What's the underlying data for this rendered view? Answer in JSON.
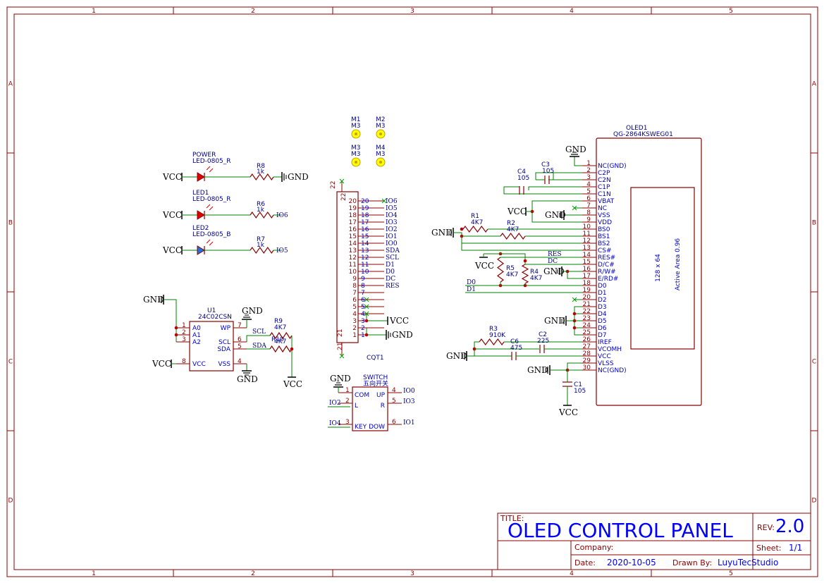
{
  "zones": {
    "cols": [
      "1",
      "2",
      "3",
      "4",
      "5"
    ],
    "rows": [
      "A",
      "B",
      "C",
      "D"
    ]
  },
  "title_block": {
    "title_label": "TITLE:",
    "title": "OLED CONTROL PANEL",
    "rev_label": "REV:",
    "rev": "2.0",
    "company_label": "Company:",
    "company": "",
    "sheet_label": "Sheet:",
    "sheet": "1/1",
    "date_label": "Date:",
    "date": "2020-10-05",
    "drawn_by_label": "Drawn By:",
    "drawn_by": "LuyuTecStudio"
  },
  "leds": [
    {
      "ref": "POWER",
      "value": "LED-0805_R",
      "color": "#e00000",
      "res_ref": "R8",
      "res_val": "1k",
      "in_net": "VCC",
      "out_net": "GND"
    },
    {
      "ref": "LED1",
      "value": "LED-0805_R",
      "color": "#e00000",
      "res_ref": "R6",
      "res_val": "1k",
      "in_net": "VCC",
      "out_net": "IO6"
    },
    {
      "ref": "LED2",
      "value": "LED-0805_B",
      "color": "#1e6fe0",
      "res_ref": "R7",
      "res_val": "1k",
      "in_net": "VCC",
      "out_net": "IO5"
    }
  ],
  "eeprom": {
    "ref": "U1",
    "value": "24C02CSN",
    "left_pins": [
      {
        "n": "1",
        "name": "A0"
      },
      {
        "n": "2",
        "name": "A1"
      },
      {
        "n": "3",
        "name": "A2"
      },
      {
        "n": "8",
        "name": "VCC"
      }
    ],
    "right_pins": [
      {
        "n": "7",
        "name": "WP"
      },
      {
        "n": "6",
        "name": "SCL"
      },
      {
        "n": "5",
        "name": "SDA"
      },
      {
        "n": "4",
        "name": "VSS"
      }
    ],
    "nets": {
      "gnd_left": "GND",
      "vcc_left": "VCC",
      "gnd_top": "GND",
      "gnd_bottom": "GND",
      "scl": "SCL",
      "sda": "SDA",
      "vcc_bottom": "VCC"
    },
    "r9": {
      "ref": "R9",
      "val": "4K7"
    },
    "r10": {
      "ref": "R10",
      "val": "4K7"
    }
  },
  "mounts": [
    {
      "ref": "M1",
      "val": "M3"
    },
    {
      "ref": "M2",
      "val": "M3"
    },
    {
      "ref": "M3",
      "val": "M3"
    },
    {
      "ref": "M4",
      "val": "M3"
    }
  ],
  "connector": {
    "ref": "CQT1",
    "top_left": "22",
    "bottom_left": "21",
    "pins": [
      "20",
      "19",
      "18",
      "17",
      "16",
      "15",
      "14",
      "13",
      "12",
      "11",
      "10",
      "9",
      "8",
      "7",
      "6",
      "5",
      "4",
      "3",
      "2",
      "1"
    ],
    "pins_inner": [
      "20",
      "19",
      "18",
      "17",
      "16",
      "15",
      "14",
      "13",
      "12",
      "11",
      "10",
      "9",
      "8",
      "7",
      "6",
      "5",
      "4",
      "3",
      "2",
      "1"
    ],
    "nets": [
      "IO6",
      "IO5",
      "IO4",
      "IO3",
      "IO2",
      "IO1",
      "IO0",
      "SDA",
      "SCL",
      "D1",
      "D0",
      "DC",
      "RES",
      "",
      "",
      "",
      "",
      "VCC",
      "",
      "GND"
    ]
  },
  "switch": {
    "ref": "SWITCH",
    "value": "五向开关",
    "pins": [
      {
        "n": "1",
        "name": "COM",
        "net": "GND"
      },
      {
        "n": "2",
        "name": "L",
        "net": "IO2"
      },
      {
        "n": "3",
        "name": "KEY",
        "net": "IO4"
      },
      {
        "n": "4",
        "name": "UP",
        "net": "IO0"
      },
      {
        "n": "5",
        "name": "R",
        "net": "IO3"
      },
      {
        "n": "6",
        "name": "DOW",
        "net": "IO1"
      }
    ]
  },
  "oled": {
    "ref": "OLED1",
    "value": "QG-2864KSWEG01",
    "pins": [
      {
        "n": "1",
        "name": "NC(GND)"
      },
      {
        "n": "2",
        "name": "C2P"
      },
      {
        "n": "3",
        "name": "C2N"
      },
      {
        "n": "4",
        "name": "C1P"
      },
      {
        "n": "5",
        "name": "C1N"
      },
      {
        "n": "6",
        "name": "VBAT"
      },
      {
        "n": "7",
        "name": "NC"
      },
      {
        "n": "8",
        "name": "VSS"
      },
      {
        "n": "9",
        "name": "VDD"
      },
      {
        "n": "10",
        "name": "BS0"
      },
      {
        "n": "11",
        "name": "BS1"
      },
      {
        "n": "12",
        "name": "BS2"
      },
      {
        "n": "13",
        "name": "CS#"
      },
      {
        "n": "14",
        "name": "RES#"
      },
      {
        "n": "15",
        "name": "D/C#"
      },
      {
        "n": "16",
        "name": "R/W#"
      },
      {
        "n": "17",
        "name": "E/RD#"
      },
      {
        "n": "18",
        "name": "D0"
      },
      {
        "n": "19",
        "name": "D1"
      },
      {
        "n": "20",
        "name": "D2"
      },
      {
        "n": "21",
        "name": "D3"
      },
      {
        "n": "22",
        "name": "D4"
      },
      {
        "n": "23",
        "name": "D5"
      },
      {
        "n": "24",
        "name": "D6"
      },
      {
        "n": "25",
        "name": "D7"
      },
      {
        "n": "26",
        "name": "IREF"
      },
      {
        "n": "27",
        "name": "VCOMH"
      },
      {
        "n": "28",
        "name": "VCC"
      },
      {
        "n": "29",
        "name": "VLSS"
      },
      {
        "n": "30",
        "name": "NC(GND)"
      }
    ],
    "screen_line1": "128 x 64",
    "screen_line2": "Active Area 0.96",
    "parts": {
      "c4": {
        "ref": "C4",
        "val": "105"
      },
      "c3": {
        "ref": "C3",
        "val": "105"
      },
      "r1": {
        "ref": "R1",
        "val": "4K7"
      },
      "r2": {
        "ref": "R2",
        "val": "4K7"
      },
      "r5": {
        "ref": "R5",
        "val": "4K7"
      },
      "r4": {
        "ref": "R4",
        "val": "4K7"
      },
      "r3": {
        "ref": "R3",
        "val": "910K"
      },
      "c6": {
        "ref": "C6",
        "val": "475"
      },
      "c2": {
        "ref": "C2",
        "val": "225"
      },
      "c1": {
        "ref": "C1",
        "val": "105"
      }
    },
    "nets": {
      "gnd": "GND",
      "vcc": "VCC",
      "res": "RES",
      "dc": "DC",
      "d0": "D0",
      "d1": "D1"
    }
  }
}
